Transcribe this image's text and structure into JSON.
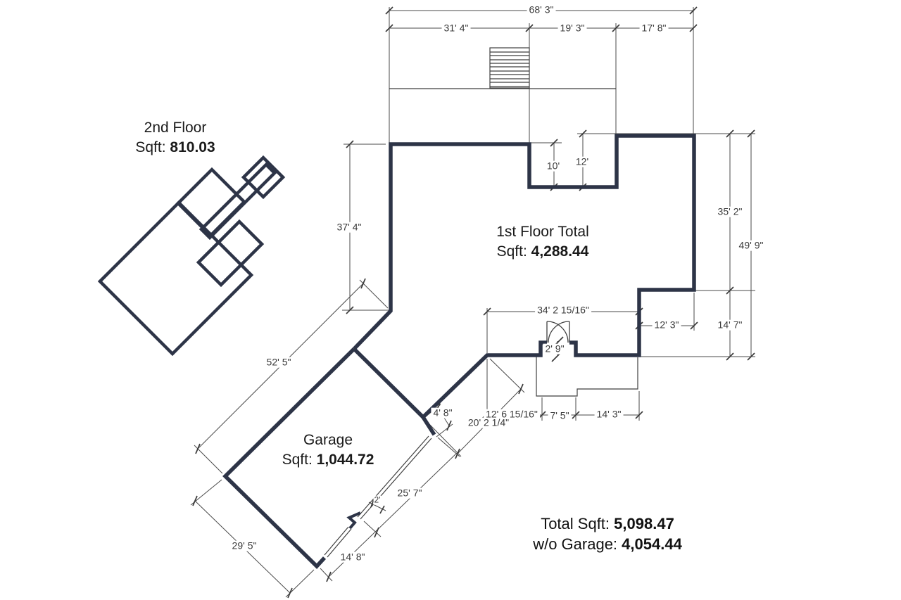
{
  "title": "Floor plan area sketch",
  "colors": {
    "wall": "#2d3447",
    "line": "#404040",
    "text": "#1a1a1a",
    "dim_text": "#3a3a3a"
  },
  "areas": {
    "second_floor": {
      "name": "2nd Floor",
      "sqft_label": "Sqft:",
      "sqft": "810.03"
    },
    "first_floor": {
      "name": "1st Floor Total",
      "sqft_label": "Sqft:",
      "sqft": "4,288.44"
    },
    "garage": {
      "name": "Garage",
      "sqft_label": "Sqft:",
      "sqft": "1,044.72"
    }
  },
  "totals": {
    "total_label": "Total Sqft:",
    "total_value": "5,098.47",
    "wo_garage_label": "w/o Garage:",
    "wo_garage_value": "4,054.44"
  },
  "dimensions": {
    "top_overall": "68' 3\"",
    "top_seg1": "31' 4\"",
    "top_seg2": "19' 3\"",
    "top_seg3": "17' 8\"",
    "notch_left": "10'",
    "notch_right": "12'",
    "left_wall": "37' 4\"",
    "right_upper": "35' 2\"",
    "right_overall": "49' 9\"",
    "right_lower": "14' 7\"",
    "right_step": "12' 3\"",
    "bottom_span": "34' 2 15/16\"",
    "door_depth": "2' 9\"",
    "porch_left": "12' 6 15/16\"",
    "porch_door": "7' 5\"",
    "porch_right": "14' 3\"",
    "diag_wall": "20' 2 1/4\"",
    "hall_end": "4' 8\"",
    "garage_long": "52' 5\"",
    "garage_door_upper": "25' 7\"",
    "garage_door_lower": "14' 8\"",
    "garage_side": "29' 5\"",
    "garage_pier": "2'"
  }
}
